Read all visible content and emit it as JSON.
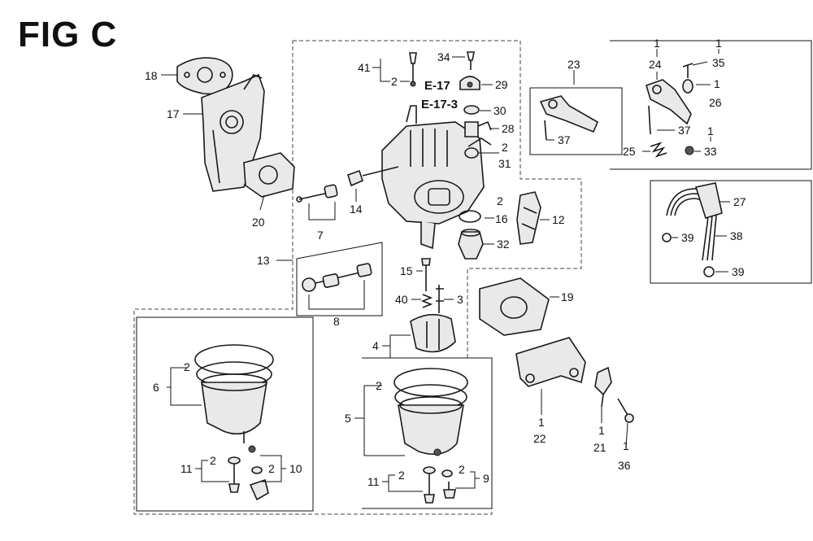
{
  "title": "FIG C",
  "refs": [
    "E-17",
    "E-17-3"
  ],
  "callouts": [
    {
      "id": "c18",
      "text": "18"
    },
    {
      "id": "c17",
      "text": "17"
    },
    {
      "id": "c20",
      "text": "20"
    },
    {
      "id": "c41",
      "text": "41"
    },
    {
      "id": "c2a",
      "text": "2"
    },
    {
      "id": "c34",
      "text": "34"
    },
    {
      "id": "c29",
      "text": "29"
    },
    {
      "id": "c30",
      "text": "30"
    },
    {
      "id": "c28",
      "text": "28"
    },
    {
      "id": "c2b",
      "text": "2"
    },
    {
      "id": "c31",
      "text": "31"
    },
    {
      "id": "c14",
      "text": "14"
    },
    {
      "id": "c7",
      "text": "7"
    },
    {
      "id": "c2c",
      "text": "2"
    },
    {
      "id": "c16",
      "text": "16"
    },
    {
      "id": "c12",
      "text": "12"
    },
    {
      "id": "c32",
      "text": "32"
    },
    {
      "id": "c13",
      "text": "13"
    },
    {
      "id": "c8",
      "text": "8"
    },
    {
      "id": "c15",
      "text": "15"
    },
    {
      "id": "c40",
      "text": "40"
    },
    {
      "id": "c3",
      "text": "3"
    },
    {
      "id": "c19",
      "text": "19"
    },
    {
      "id": "c4",
      "text": "4"
    },
    {
      "id": "c2d",
      "text": "2"
    },
    {
      "id": "c6",
      "text": "6"
    },
    {
      "id": "c2e",
      "text": "2"
    },
    {
      "id": "c5",
      "text": "5"
    },
    {
      "id": "c11a",
      "text": "11"
    },
    {
      "id": "c2f",
      "text": "2"
    },
    {
      "id": "c2g",
      "text": "2"
    },
    {
      "id": "c10",
      "text": "10"
    },
    {
      "id": "c11b",
      "text": "11"
    },
    {
      "id": "c2h",
      "text": "2"
    },
    {
      "id": "c2i",
      "text": "2"
    },
    {
      "id": "c9",
      "text": "9"
    },
    {
      "id": "c23",
      "text": "23"
    },
    {
      "id": "c37a",
      "text": "37"
    },
    {
      "id": "c1a",
      "text": "1"
    },
    {
      "id": "c24",
      "text": "24"
    },
    {
      "id": "c1b",
      "text": "1"
    },
    {
      "id": "c35",
      "text": "35"
    },
    {
      "id": "c1c",
      "text": "1"
    },
    {
      "id": "c26",
      "text": "26"
    },
    {
      "id": "c37b",
      "text": "37"
    },
    {
      "id": "c1d",
      "text": "1"
    },
    {
      "id": "c25",
      "text": "25"
    },
    {
      "id": "c33",
      "text": "33"
    },
    {
      "id": "c27",
      "text": "27"
    },
    {
      "id": "c39a",
      "text": "39"
    },
    {
      "id": "c38",
      "text": "38"
    },
    {
      "id": "c39b",
      "text": "39"
    },
    {
      "id": "c1e",
      "text": "1"
    },
    {
      "id": "c22",
      "text": "22"
    },
    {
      "id": "c1f",
      "text": "1"
    },
    {
      "id": "c21",
      "text": "21"
    },
    {
      "id": "c1g",
      "text": "1"
    },
    {
      "id": "c36",
      "text": "36"
    }
  ]
}
